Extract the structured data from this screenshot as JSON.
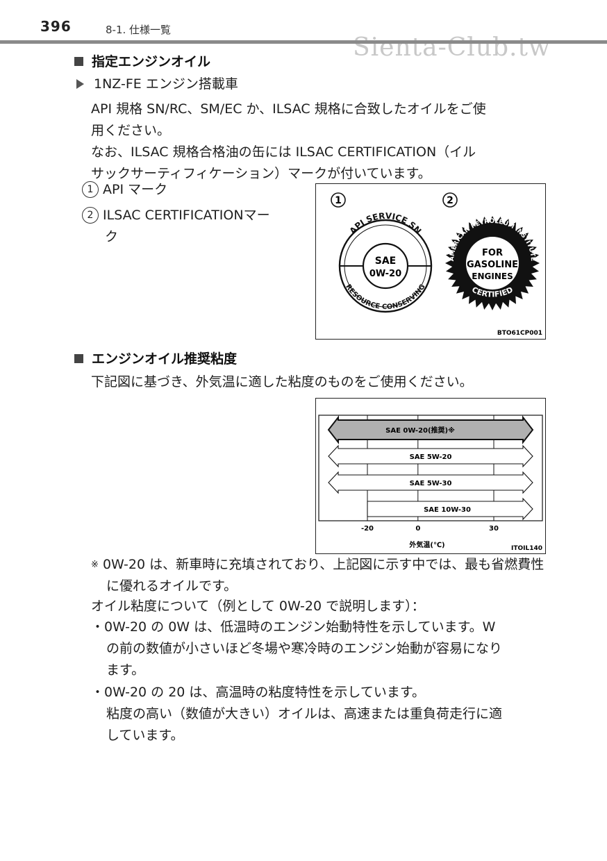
{
  "header": {
    "page_number": "396",
    "chapter": "8-1. 仕様一覧",
    "watermark": "Sienta-Club.tw"
  },
  "section_oil": {
    "heading": "指定エンジンオイル",
    "engine_label": "1NZ-FE エンジン搭載車",
    "para1_line1": "API 規格 SN/RC、SM/EC か、ILSAC 規格に合致したオイルをご使",
    "para1_line2": "用ください。",
    "para2_line1": "なお、ILSAC 規格合格油の缶には ILSAC CERTIFICATION（イル",
    "para2_line2": "サックサーティフィケーション）マークが付いています。",
    "item1_num": "1",
    "item1_text": "API マーク",
    "item2_num": "2",
    "item2_text_line1": "ILSAC CERTIFICATIONマー",
    "item2_text_line2": "ク"
  },
  "figure_marks": {
    "label1": "1",
    "label2": "2",
    "api_arc_top": "API SERVICE SN",
    "api_center_line1": "SAE",
    "api_center_line2": "0W-20",
    "api_arc_bottom": "RESOURCE CONSERVING",
    "ilsac_arc_top": "AMERICAN PETROLEUM INSTITUTE",
    "ilsac_center_line1": "FOR",
    "ilsac_center_line2": "GASOLINE",
    "ilsac_center_line3": "ENGINES",
    "ilsac_arc_bottom": "CERTIFIED",
    "code": "BTO61CP001"
  },
  "section_viscosity": {
    "heading": "エンジンオイル推奨粘度",
    "intro": "下記図に基づき、外気温に適した粘度のものをご使用ください。"
  },
  "chart_data": {
    "type": "range-bars",
    "series": [
      {
        "name": "SAE 0W-20(推奨)※",
        "min": "open",
        "max": "open",
        "highlighted": true
      },
      {
        "name": "SAE 5W-20",
        "min": "open",
        "max": "open",
        "highlighted": false
      },
      {
        "name": "SAE 5W-30",
        "min": "open",
        "max": "open",
        "highlighted": false
      },
      {
        "name": "SAE 10W-30",
        "min": -20,
        "max": "open",
        "highlighted": false
      }
    ],
    "x_ticks": [
      "-20",
      "0",
      "30"
    ],
    "xlabel": "外気温(℃)",
    "code": "ITOIL140",
    "grid": true
  },
  "section_notes": {
    "footnote_mark": "※",
    "footnote_line1": "0W-20 は、新車時に充填されており、上記図に示す中では、最も省燃費性",
    "footnote_line2": "に優れるオイルです。",
    "viscosity_intro": "オイル粘度について（例として 0W-20 で説明します）：",
    "bullet1_line1": "・0W-20 の 0W は、低温時のエンジン始動特性を示しています。W",
    "bullet1_line2": "の前の数値が小さいほど冬場や寒冷時のエンジン始動が容易になり",
    "bullet1_line3": "ます。",
    "bullet2_line1": "・0W-20 の 20 は、高温時の粘度特性を示しています。",
    "bullet2_line2": "粘度の高い（数値が大きい）オイルは、高速または重負荷走行に適",
    "bullet2_line3": "しています。"
  },
  "colors": {
    "text": "#1e1e1e",
    "rule": "#8a8a8a",
    "highlight_bar": "#b0b0b0",
    "watermark": "#c8c8c8"
  }
}
